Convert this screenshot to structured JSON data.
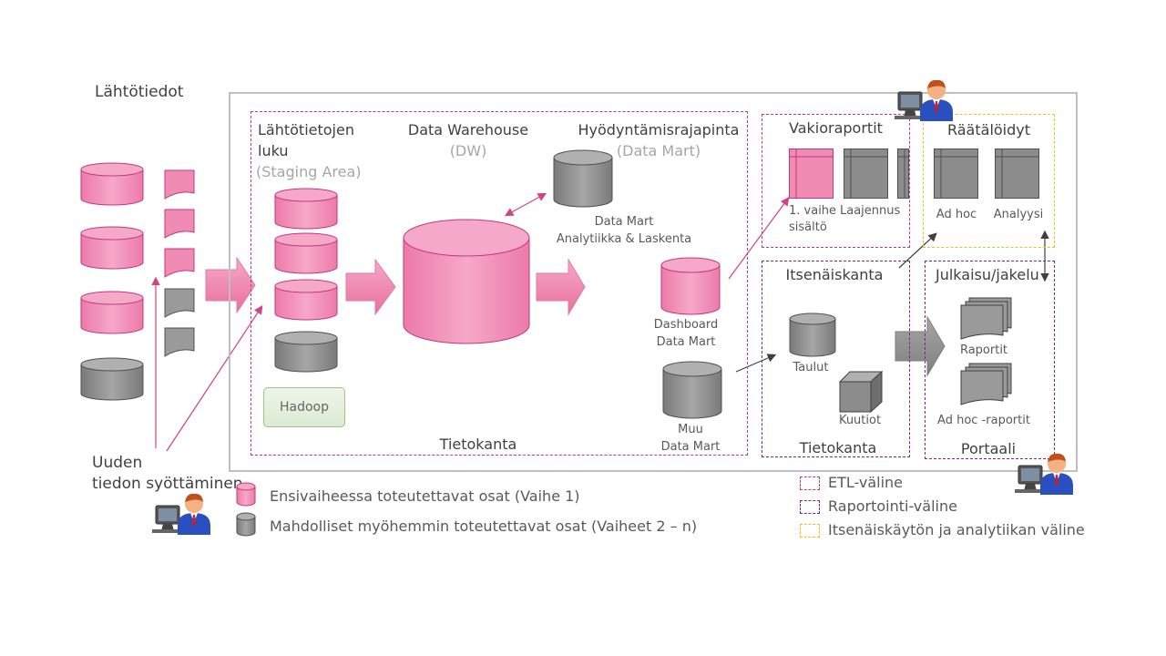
{
  "labels": {
    "source_data": "Lähtötiedot",
    "new_input": [
      "Uuden",
      "tiedon syöttäminen"
    ],
    "staging": [
      "Lähtötietojen",
      "luku"
    ],
    "staging_sub": "(Staging Area)",
    "dw": "Data Warehouse",
    "dw_sub": "(DW)",
    "interface": "Hyödyntämisrajapinta",
    "interface_sub": "(Data Mart)",
    "dm_analytics": [
      "Data Mart",
      "Analytiikka & Laskenta"
    ],
    "dm_dashboard": [
      "Dashboard",
      "Data Mart"
    ],
    "dm_other": [
      "Muu",
      "Data Mart"
    ],
    "hadoop": "Hadoop",
    "database_main": "Tietokanta",
    "standard_reports": "Vakioraportit",
    "phase1": [
      "1. vaihe",
      "sisältö"
    ],
    "extension": "Laajennus",
    "custom": "Räätälöidyt",
    "adhoc": "Ad hoc",
    "analysis": "Analyysi",
    "selfservice_db": "Itsenäiskanta",
    "tables": "Taulut",
    "cubes": "Kuutiot",
    "database_self": "Tietokanta",
    "publishing": "Julkaisu/jakelu",
    "reports": "Raportit",
    "adhoc_reports": "Ad hoc -raportit",
    "portal": "Portaali"
  },
  "legend": {
    "phase1": "Ensivaiheessa toteutettavat osat (Vaihe 1)",
    "later": "Mahdolliset myöhemmin toteutettavat osat (Vaiheet 2 – n)",
    "etl": "ETL-väline",
    "reporting": "Raportointi-väline",
    "selfservice": "Itsenäiskäytön ja analytiikan väline"
  },
  "colors": {
    "phase1": "#f08cb3",
    "later": "#8c8c8c",
    "etl_border": "#c0397b",
    "reporting_border": "#7a2a7a",
    "selfservice_border": "#f0c020",
    "frame": "#bfbfbf"
  },
  "icons": [
    "user-at-computer-icon",
    "database-cylinder-icon",
    "document-icon",
    "report-stack-icon",
    "cube-icon",
    "block-arrow-icon"
  ]
}
